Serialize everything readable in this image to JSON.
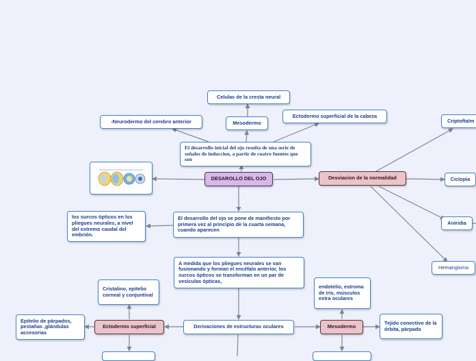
{
  "diagram": {
    "central": "DESAROLLO DEL OJO",
    "nodes": {
      "cresta": "Celulas de la cresta neural",
      "mesodermo_top": "Mesodermo",
      "neuro": "-Neurodermo del cerebro anterior",
      "ecto_cabeza": "Ectodermo superficial de la cabeza",
      "intro": "El desarrollo inicial del ojo resulta de una serie de señales de induccion, a partir de cuatro fuentes que son",
      "desviacion": "Desviacion de la normalidad",
      "criptoftalmos": "Criptoftalm",
      "ciclopia": "Ciclopia",
      "aniridia": "Aniridia",
      "hemangioma": "Hemangioma",
      "surcos_left": "los surcos ópticos en los pliegues neurales, a nivel del extremo caudal del embrión.",
      "manifiesto": "El desarrollo del ojo se pone de manifiesto por primera vez al principio de la cuarta semana, cuando aparecen",
      "pliegues": "A medida que los pliegues neurales se van fusionando y forman el encéfalo anterior, los surcos ópticos se transforman en un par de vesículas ópticas,",
      "cristalino": "Cristalino, epitelio corneal y conjuntival",
      "ecto_sup": "Ectodermo superficial",
      "epitelio": "Epitelio de párpados, pestañas ,glándulas accesorias",
      "derivaciones": "Derivaciones de estructuras oculares",
      "mesodermo_bottom": "Mesodermo",
      "endotelio": "endotelio, estroma de iris, músculos extra oculares",
      "tejido": "Tejido conectivo de la órbita, párpado"
    },
    "colors": {
      "background": "#eef0fb",
      "node_border": "#3d80c4",
      "node_text": "#1a3f8a",
      "central_fill": "#d8b8e6",
      "main_fill": "#eac4cb",
      "edge": "#7a8794"
    },
    "icons": [
      "eye-development-illustration"
    ]
  }
}
